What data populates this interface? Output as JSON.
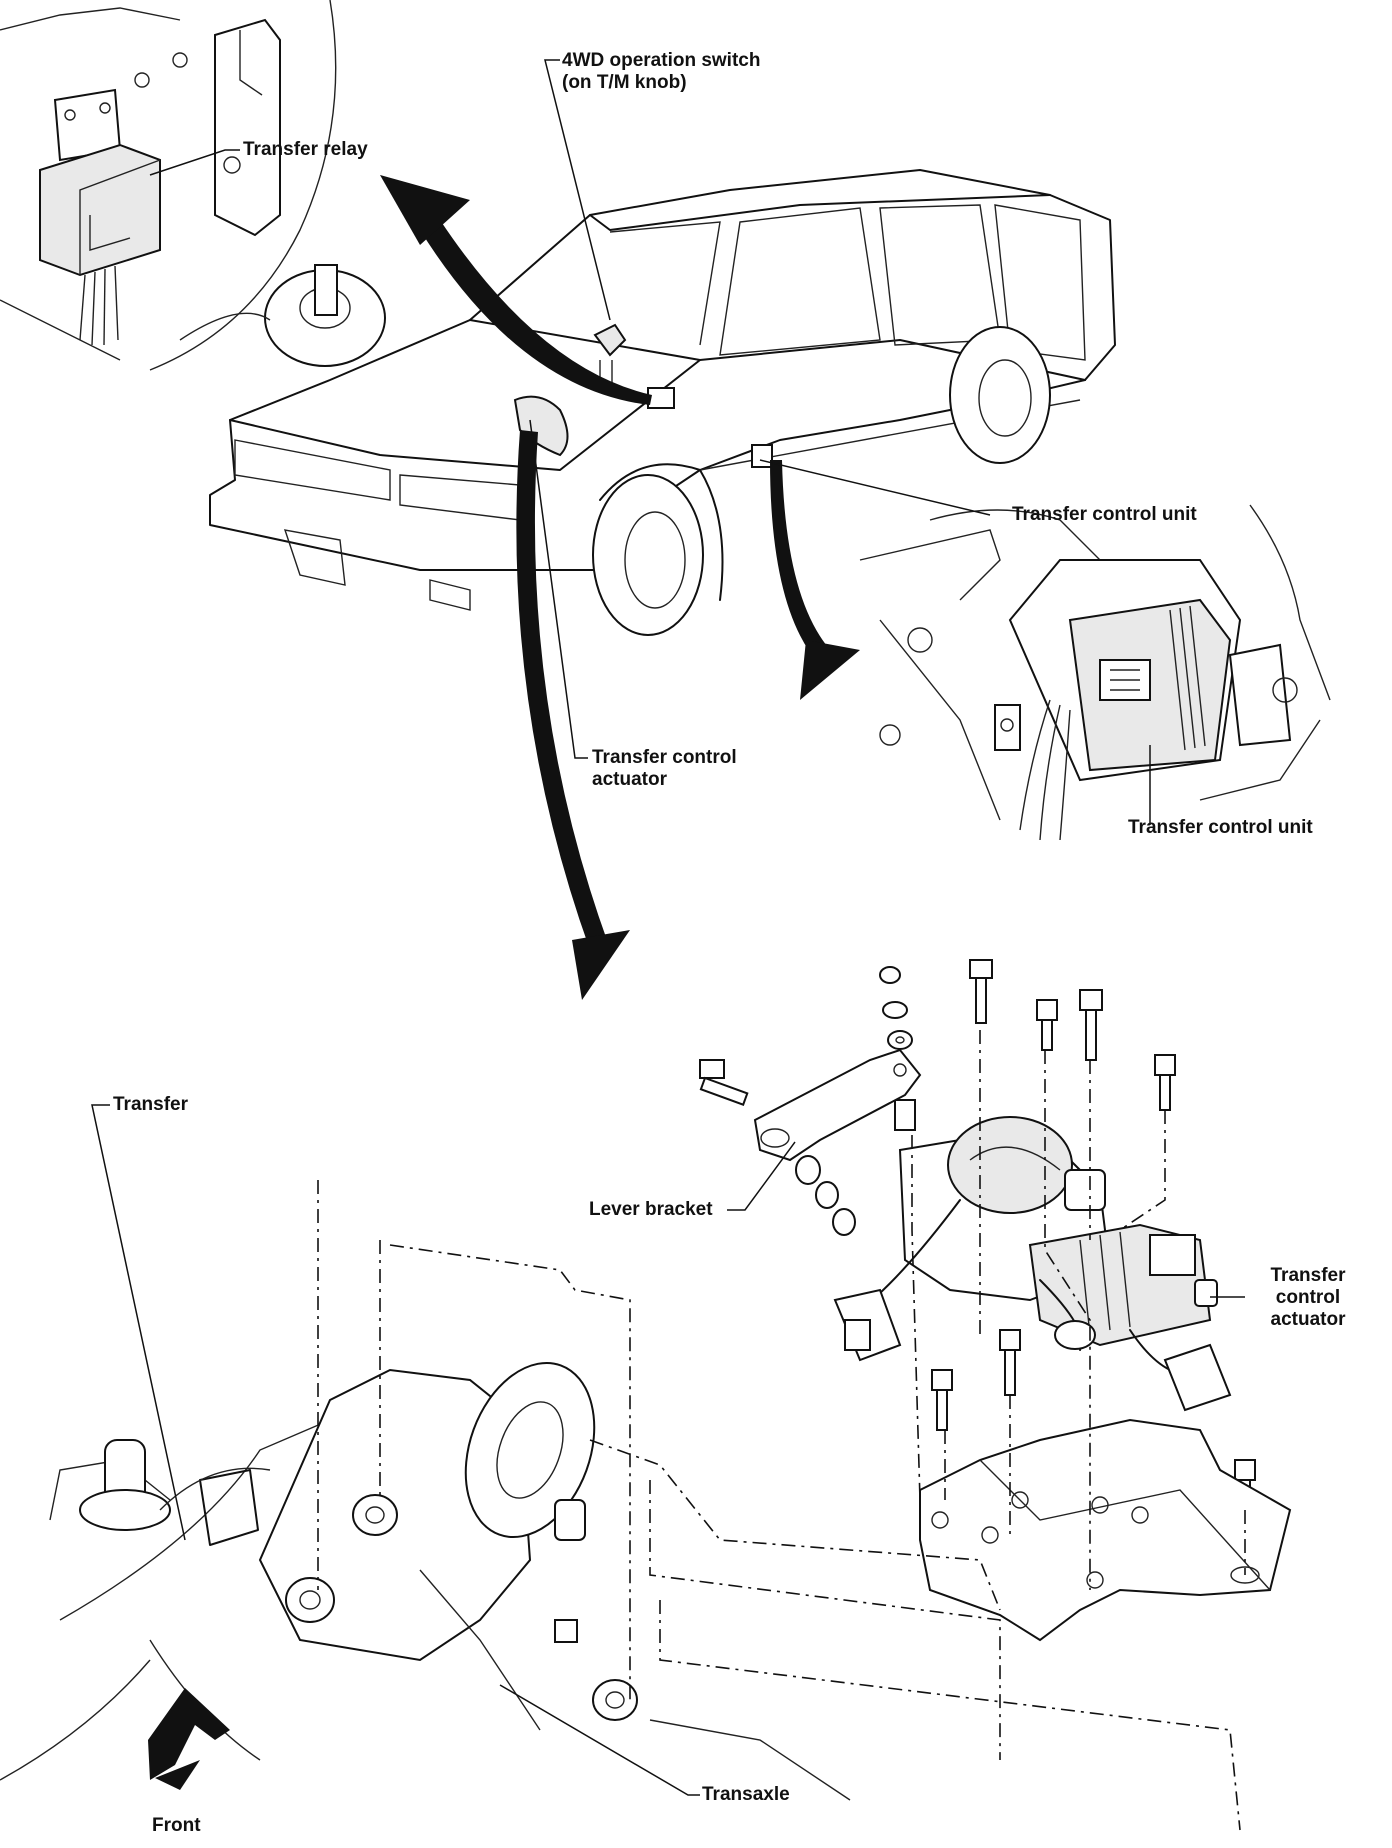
{
  "labels": {
    "operation_switch_line1": "4WD operation switch",
    "operation_switch_line2": "(on T/M knob)",
    "transfer_relay": "Transfer relay",
    "control_unit_top": "Transfer control unit",
    "control_unit_bottom": "Transfer control unit",
    "actuator_mid_line1": "Transfer control",
    "actuator_mid_line2": "actuator",
    "transfer": "Transfer",
    "lever_bracket": "Lever bracket",
    "actuator_right_line1": "Transfer",
    "actuator_right_line2": "control",
    "actuator_right_line3": "actuator",
    "transaxle": "Transaxle",
    "front": "Front"
  },
  "icons": {
    "pointer_arrows": "curved-arrow-icon",
    "front_arrow": "arrow-down-left-icon"
  },
  "colors": {
    "ink": "#111111",
    "paper": "#ffffff"
  }
}
